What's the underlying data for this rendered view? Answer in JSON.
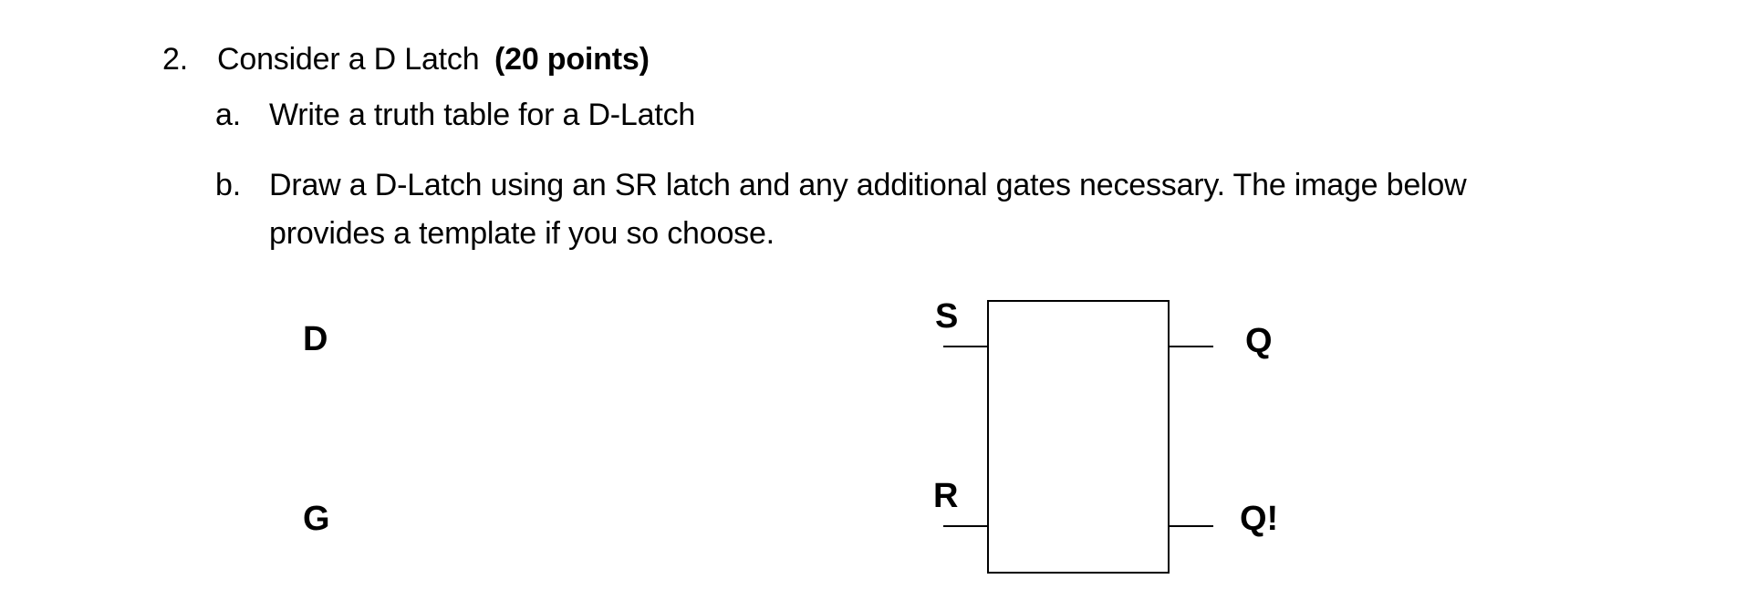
{
  "question": {
    "number": "2.",
    "text": "Consider a D Latch",
    "points": "(20 points)"
  },
  "parts": [
    {
      "letter": "a.",
      "text": "Write a truth table for a D-Latch"
    },
    {
      "letter": "b.",
      "line1": "Draw a D-Latch using an SR latch and any additional gates necessary. The image below",
      "line2": "provides a template if you so choose."
    }
  ],
  "diagram": {
    "inputs": {
      "d": "D",
      "g": "G"
    },
    "sr_latch": {
      "s": "S",
      "r": "R",
      "q": "Q",
      "q_not": "Q!"
    }
  }
}
